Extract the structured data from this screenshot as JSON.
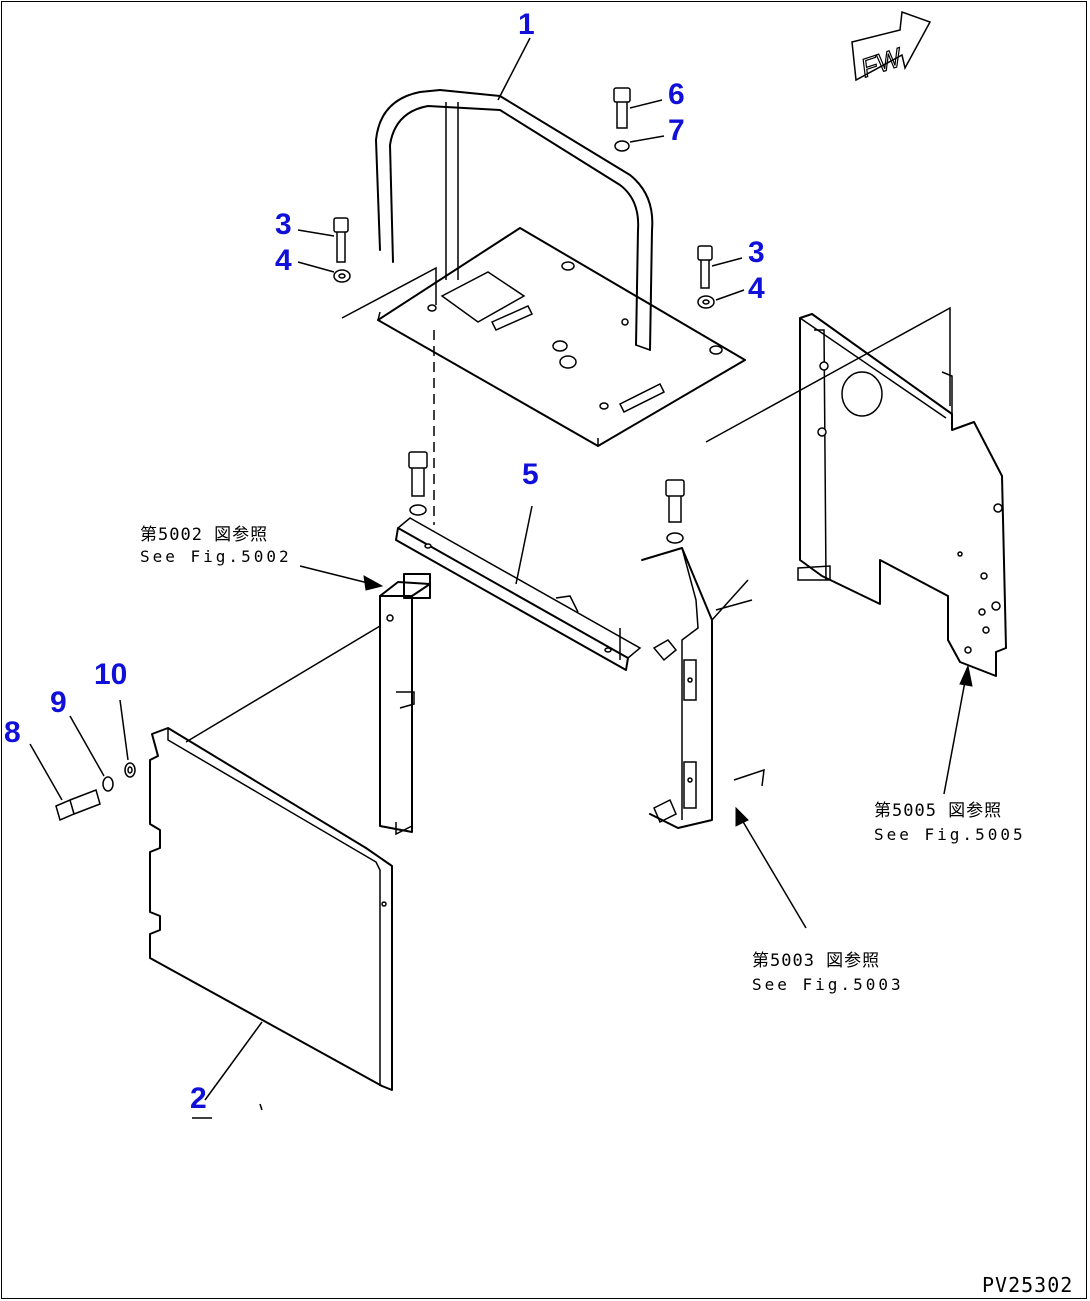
{
  "callouts": [
    {
      "id": "1",
      "label": "1"
    },
    {
      "id": "2",
      "label": "2"
    },
    {
      "id": "3a",
      "label": "3"
    },
    {
      "id": "3b",
      "label": "3"
    },
    {
      "id": "4a",
      "label": "4"
    },
    {
      "id": "4b",
      "label": "4"
    },
    {
      "id": "5",
      "label": "5"
    },
    {
      "id": "6",
      "label": "6"
    },
    {
      "id": "7",
      "label": "7"
    },
    {
      "id": "8",
      "label": "8"
    },
    {
      "id": "9",
      "label": "9"
    },
    {
      "id": "10",
      "label": "10"
    }
  ],
  "references": {
    "fig5002": {
      "jp": "第5002 図参照",
      "en": "See Fig.5002"
    },
    "fig5003": {
      "jp": "第5003 図参照",
      "en": "See Fig.5003"
    },
    "fig5005": {
      "jp": "第5005 図参照",
      "en": "See Fig.5005"
    }
  },
  "forward_marker": {
    "label": "FW"
  },
  "drawing_number": "PV25302",
  "colors": {
    "callout": "#1010d8",
    "line": "#000000",
    "background": "#ffffff"
  }
}
